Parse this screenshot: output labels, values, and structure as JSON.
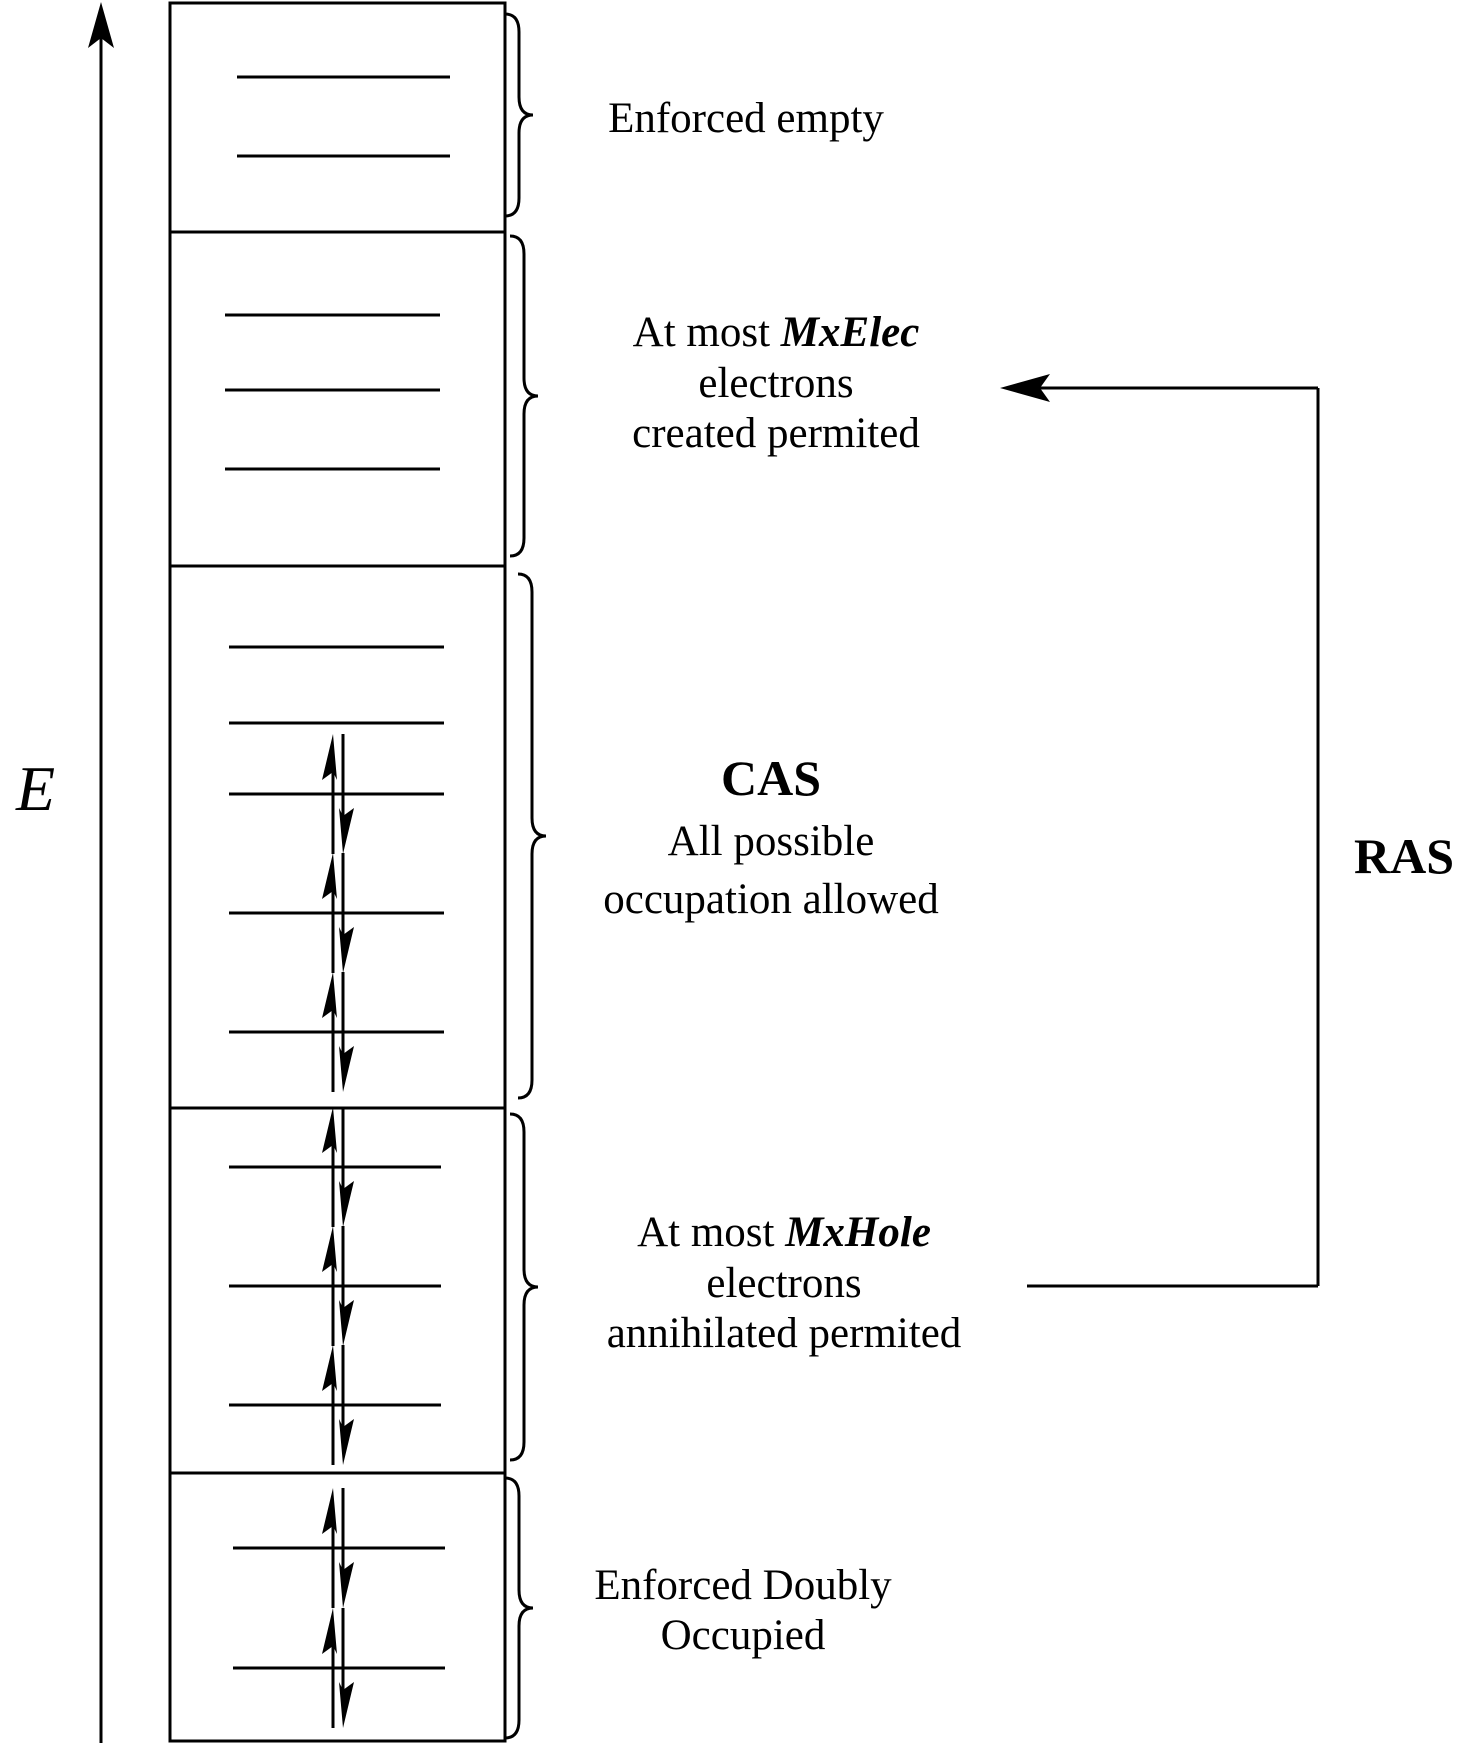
{
  "axis": {
    "label": "E"
  },
  "sections": [
    {
      "id": "enforced-empty",
      "levels": 2,
      "electron_pairs": 0,
      "lines": [
        "Enforced empty"
      ]
    },
    {
      "id": "ras3",
      "levels": 3,
      "electron_pairs": 0,
      "line1_prefix": "At most ",
      "line1_param": "MxElec",
      "lines": [
        "electrons",
        "created permited"
      ]
    },
    {
      "id": "cas",
      "levels": 5,
      "electron_pairs": 3,
      "title": "CAS",
      "lines": [
        "All possible",
        "occupation allowed"
      ]
    },
    {
      "id": "ras1",
      "levels": 3,
      "electron_pairs": 3,
      "line1_prefix": "At most ",
      "line1_param": "MxHole",
      "lines": [
        "electrons",
        "annihilated permited"
      ]
    },
    {
      "id": "enforced-doubly",
      "levels": 2,
      "electron_pairs": 2,
      "lines": [
        "Enforced Doubly",
        "Occupied"
      ]
    }
  ],
  "ras_label": "RAS"
}
